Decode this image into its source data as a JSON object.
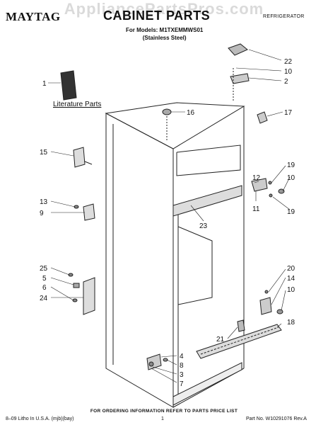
{
  "header": {
    "brand": "MAYTAG",
    "title": "CABINET PARTS",
    "models_line1": "For Models: M1TXEMMWS01",
    "models_line2": "(Stainless Steel)",
    "category": "REFRIGERATOR",
    "watermark": "AppliancePartsPros.com"
  },
  "literature_label": "Literature Parts",
  "callouts": {
    "c1": "1",
    "c22": "22",
    "c10a": "10",
    "c2": "2",
    "c16": "16",
    "c17": "17",
    "c15": "15",
    "c12": "12",
    "c19a": "19",
    "c10b": "10",
    "c13": "13",
    "c9": "9",
    "c11": "11",
    "c19b": "19",
    "c23": "23",
    "c25": "25",
    "c5": "5",
    "c6": "6",
    "c24": "24",
    "c20": "20",
    "c14": "14",
    "c10c": "10",
    "c18": "18",
    "c21": "21",
    "c4": "4",
    "c8": "8",
    "c3": "3",
    "c7": "7"
  },
  "footer": {
    "ordering": "FOR ORDERING INFORMATION REFER TO PARTS PRICE LIST",
    "litho": "8–09 Litho In U.S.A. (mjb)(bay)",
    "page": "1",
    "part_no": "Part No. W10291076 Rev.A"
  }
}
